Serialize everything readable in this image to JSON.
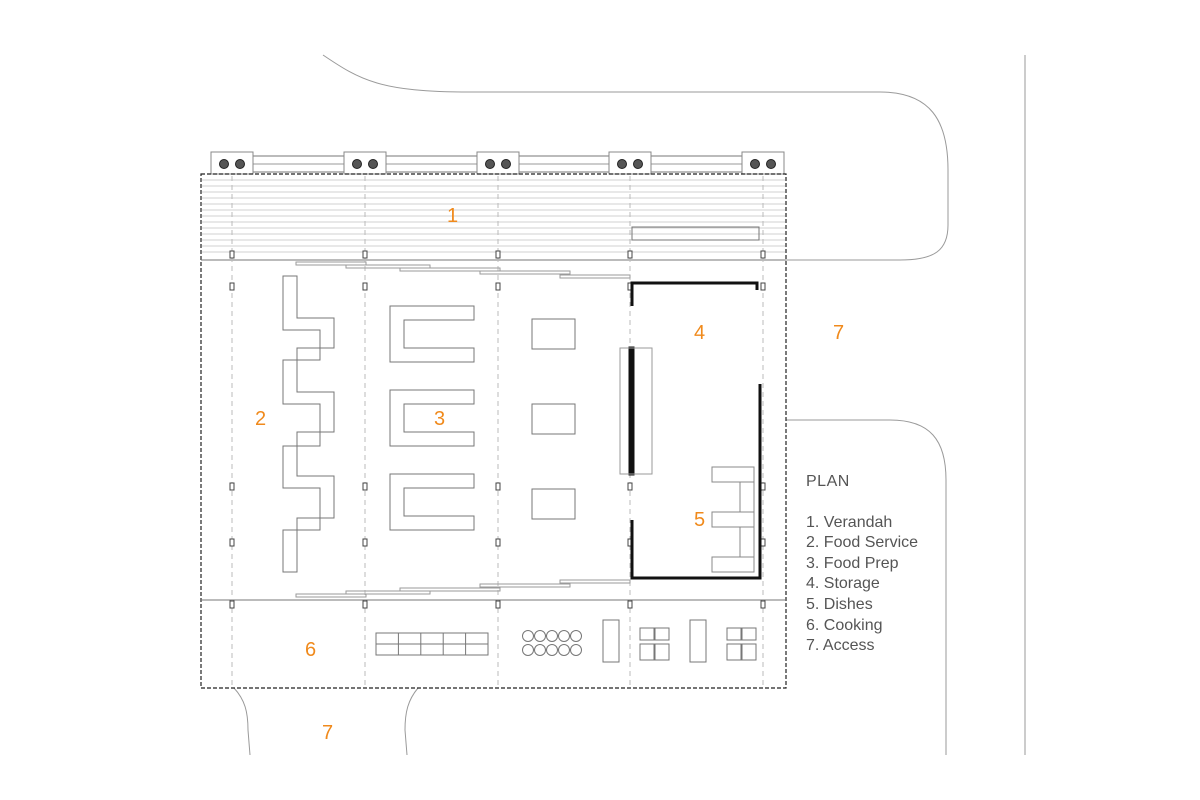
{
  "diagram": {
    "zone_numbers": {
      "verandah": "1",
      "food_service": "2",
      "food_prep": "3",
      "storage": "4",
      "dishes": "5",
      "cooking": "6",
      "access_right": "7",
      "access_bottom": "7"
    },
    "colors": {
      "zone_label": "#f08a1c",
      "legend_text": "#555555",
      "line": "#9a9a9a"
    }
  },
  "legend": {
    "title": "PLAN",
    "items": [
      "1. Verandah",
      "2. Food Service",
      "3. Food Prep",
      "4. Storage",
      "5. Dishes",
      "6. Cooking",
      "7. Access"
    ]
  }
}
